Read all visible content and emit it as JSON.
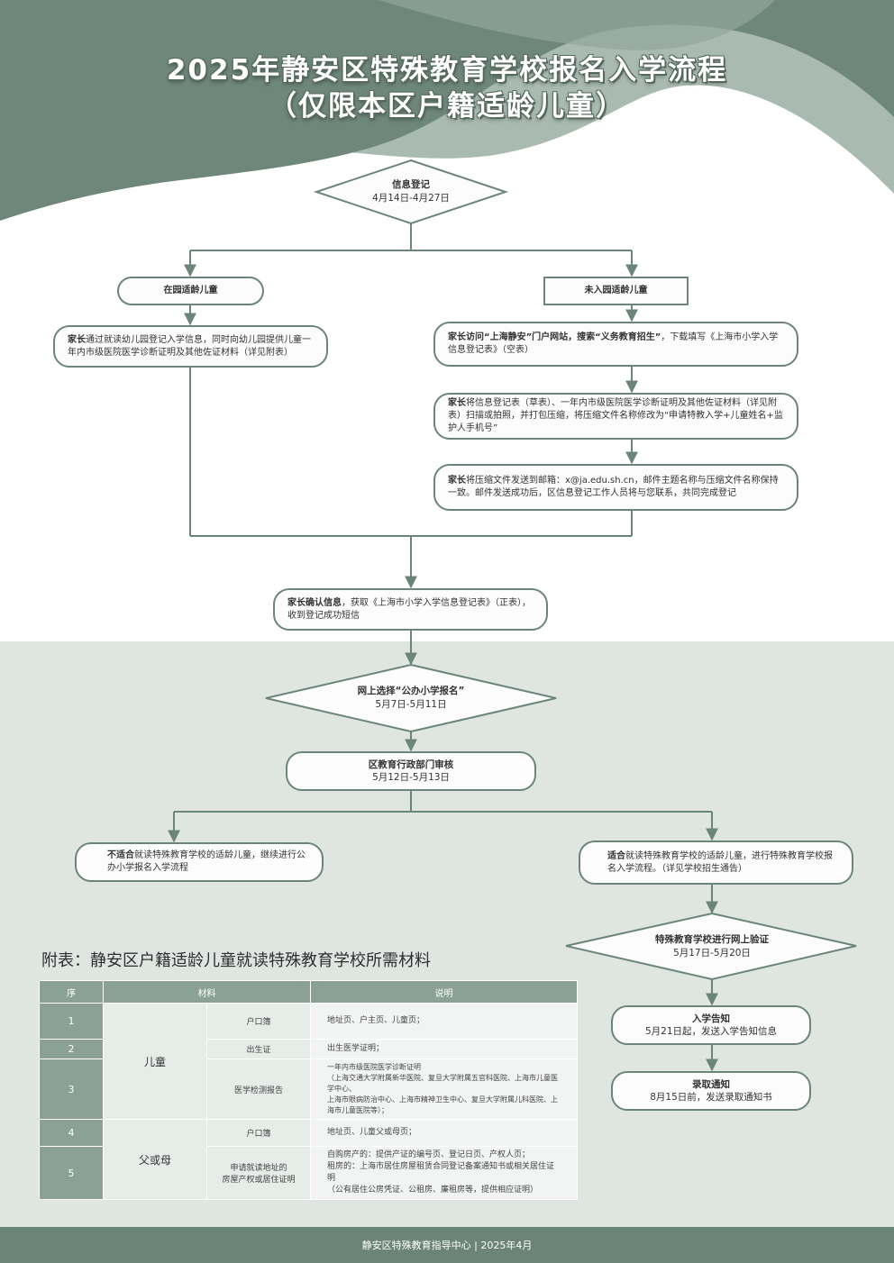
{
  "title": {
    "line1": "2025年静安区特殊教育学校报名入学流程",
    "line2": "（仅限本区户籍适龄儿童）"
  },
  "colors": {
    "primary": "#6c8478",
    "light": "#a3b5ab",
    "panel": "#dfe6e2",
    "box_border": "#6b8579"
  },
  "flow": {
    "info_registration": {
      "title": "信息登记",
      "date": "4月14日-4月27日"
    },
    "in_kindergarten": "在园适龄儿童",
    "not_in_kindergarten": "未入园适龄儿童",
    "left_step": {
      "bold": "家长",
      "text": "通过就读幼儿园登记入学信息，同时向幼儿园提供儿童一年内市级医院医学诊断证明及其他佐证材料（详见附表）"
    },
    "right_step1": {
      "bold": "家长访问“上海静安”门户网站，搜索“义务教育招生”",
      "text": "，下载填写《上海市小学入学信息登记表》（空表）"
    },
    "right_step2": {
      "bold": "家长",
      "text": "将信息登记表（草表）、一年内市级医院医学诊断证明及其他佐证材料（详见附表）扫描或拍照，并打包压缩，将压缩文件名称修改为“申请特教入学+儿童姓名+监护人手机号”"
    },
    "right_step3": {
      "bold": "家长",
      "text": "将压缩文件发送到邮箱：x@ja.edu.sh.cn，邮件主题名称与压缩文件名称保持一致。邮件发送成功后，区信息登记工作人员将与您联系，共同完成登记"
    },
    "confirm": {
      "bold": "家长确认信息",
      "text": "，获取《上海市小学入学信息登记表》（正表），收到登记成功短信"
    },
    "online_select": {
      "title": "网上选择“公办小学报名”",
      "date": "5月7日-5月11日"
    },
    "review": {
      "title": "区教育行政部门审核",
      "date": "5月12日-5月13日"
    },
    "unsuitable": {
      "bold": "不适合",
      "text": "就读特殊教育学校的适龄儿童，继续进行公办小学报名入学流程"
    },
    "suitable": {
      "bold": "适合",
      "text": "就读特殊教育学校的适龄儿童，进行特殊教育学校报名入学流程。（详见学校招生通告）"
    },
    "online_verify": {
      "title": "特殊教育学校进行网上验证",
      "date": "5月17日-5月20日"
    },
    "admission_notice": {
      "title": "入学告知",
      "text": "5月21日起，发送入学告知信息"
    },
    "acceptance_notice": {
      "title": "录取通知",
      "text": "8月15日前，发送录取通知书"
    }
  },
  "appendix": {
    "title": "附表：静安区户籍适龄儿童就读特殊教育学校所需材料",
    "headers": [
      "序",
      "材料",
      "说明"
    ],
    "groups": [
      "儿童",
      "父或母"
    ],
    "rows": [
      {
        "seq": "1",
        "material": "户口簿",
        "desc": [
          "地址页、户主页、儿童页；"
        ]
      },
      {
        "seq": "2",
        "material": "出生证",
        "desc": [
          "出生医学证明；"
        ]
      },
      {
        "seq": "3",
        "material": "医学检测报告",
        "desc": [
          "一年内市级医院医学诊断证明",
          "（上海交通大学附属新华医院、复旦大学附属五官科医院、上海市儿童医学中心、",
          "上海市眼病防治中心、上海市精神卫生中心、复旦大学附属儿科医院、上海市儿童医院等）；"
        ]
      },
      {
        "seq": "4",
        "material": "户口簿",
        "desc": [
          "地址页、儿童父或母页；"
        ]
      },
      {
        "seq": "5",
        "material_line1": "申请就读地址的",
        "material_line2": "房屋产权或居住证明",
        "desc": [
          "自购房产的：提供产证的编号页、登记日页、产权人页；",
          "租房的：上海市居住房屋租赁合同登记备案通知书或相关居住证明",
          "（公有居住公房凭证、公租房、廉租房等，提供相应证明）"
        ]
      }
    ]
  },
  "footer": "静安区特殊教育指导中心 | 2025年4月"
}
